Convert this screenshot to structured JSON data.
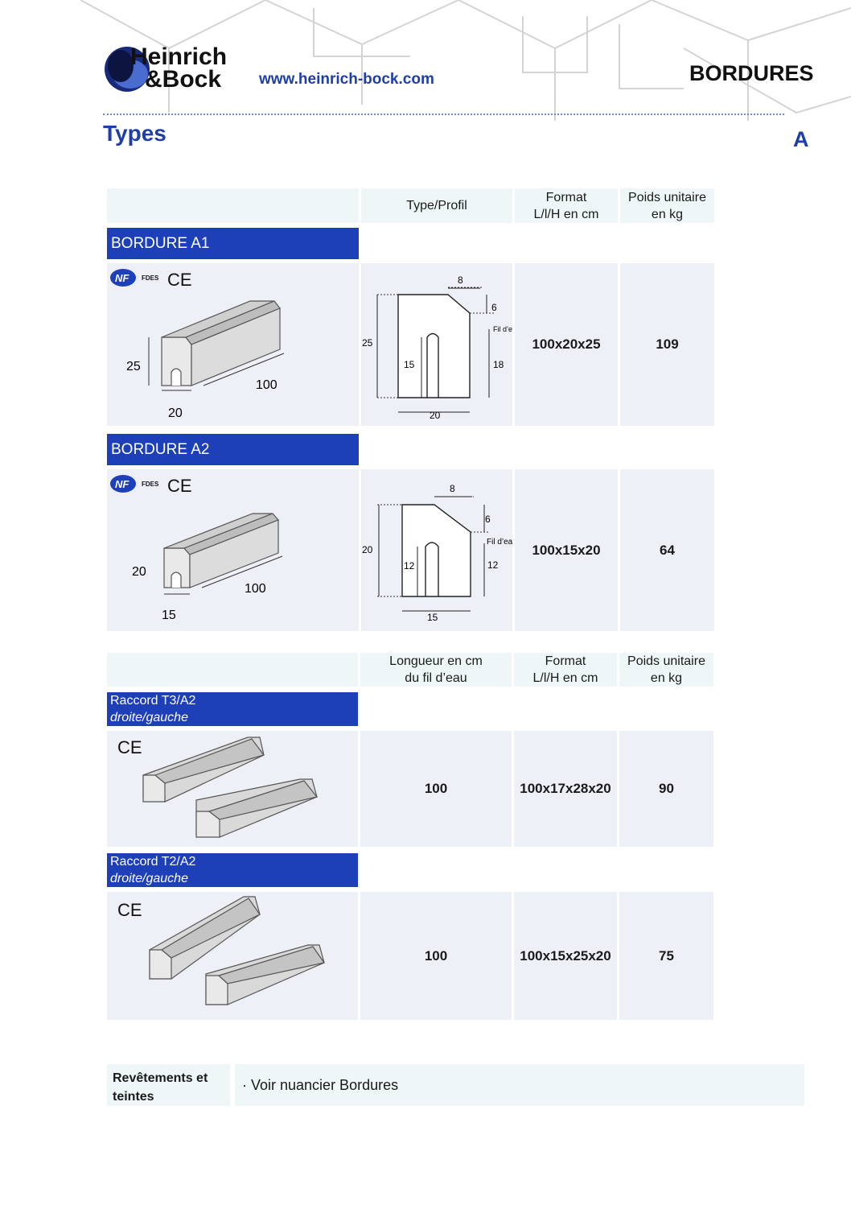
{
  "header": {
    "brand_line1": "Heinrich",
    "brand_line2": "&Bock",
    "url": "www.heinrich-bock.com",
    "section": "BORDURES",
    "title": "Types",
    "letter": "A"
  },
  "table1": {
    "col_type": "Type/Profil",
    "col_format": "Format\nL/l/H en cm",
    "col_weight": "Poids unitaire\nen kg",
    "rows": [
      {
        "name": "BORDURE A1",
        "cert_nf": "NF",
        "cert_fdes": "FDES",
        "cert_ce": "CE",
        "iso_h": "25",
        "iso_l": "100",
        "iso_w": "20",
        "p_top": "8",
        "p_chamfer": "6",
        "p_fil": "Fil d’eau",
        "p_h": "25",
        "p_inner": "15",
        "p_right": "18",
        "p_w": "20",
        "format": "100x20x25",
        "weight": "109"
      },
      {
        "name": "BORDURE A2",
        "cert_nf": "NF",
        "cert_fdes": "FDES",
        "cert_ce": "CE",
        "iso_h": "20",
        "iso_l": "100",
        "iso_w": "15",
        "p_top": "8",
        "p_chamfer": "6",
        "p_fil": "Fil d’eau",
        "p_h": "20",
        "p_inner": "12",
        "p_right": "12",
        "p_w": "15",
        "format": "100x15x20",
        "weight": "64"
      }
    ]
  },
  "table2": {
    "col_length": "Longueur en cm\ndu fil d’eau",
    "col_format": "Format\nL/l/H en cm",
    "col_weight": "Poids unitaire\nen kg",
    "rows": [
      {
        "name": "Raccord T3/A2",
        "sub": "droite/gauche",
        "cert_ce": "CE",
        "length": "100",
        "format": "100x17x28x20",
        "weight": "90"
      },
      {
        "name": "Raccord T2/A2",
        "sub": "droite/gauche",
        "cert_ce": "CE",
        "length": "100",
        "format": "100x15x25x20",
        "weight": "75"
      }
    ]
  },
  "note": {
    "label": "Revêtements et teintes",
    "text": "· Voir nuancier Bordures"
  },
  "colors": {
    "brand_blue": "#1d3fb8",
    "header_bg": "#eef6f8",
    "cell_bg": "#eef0f8"
  }
}
